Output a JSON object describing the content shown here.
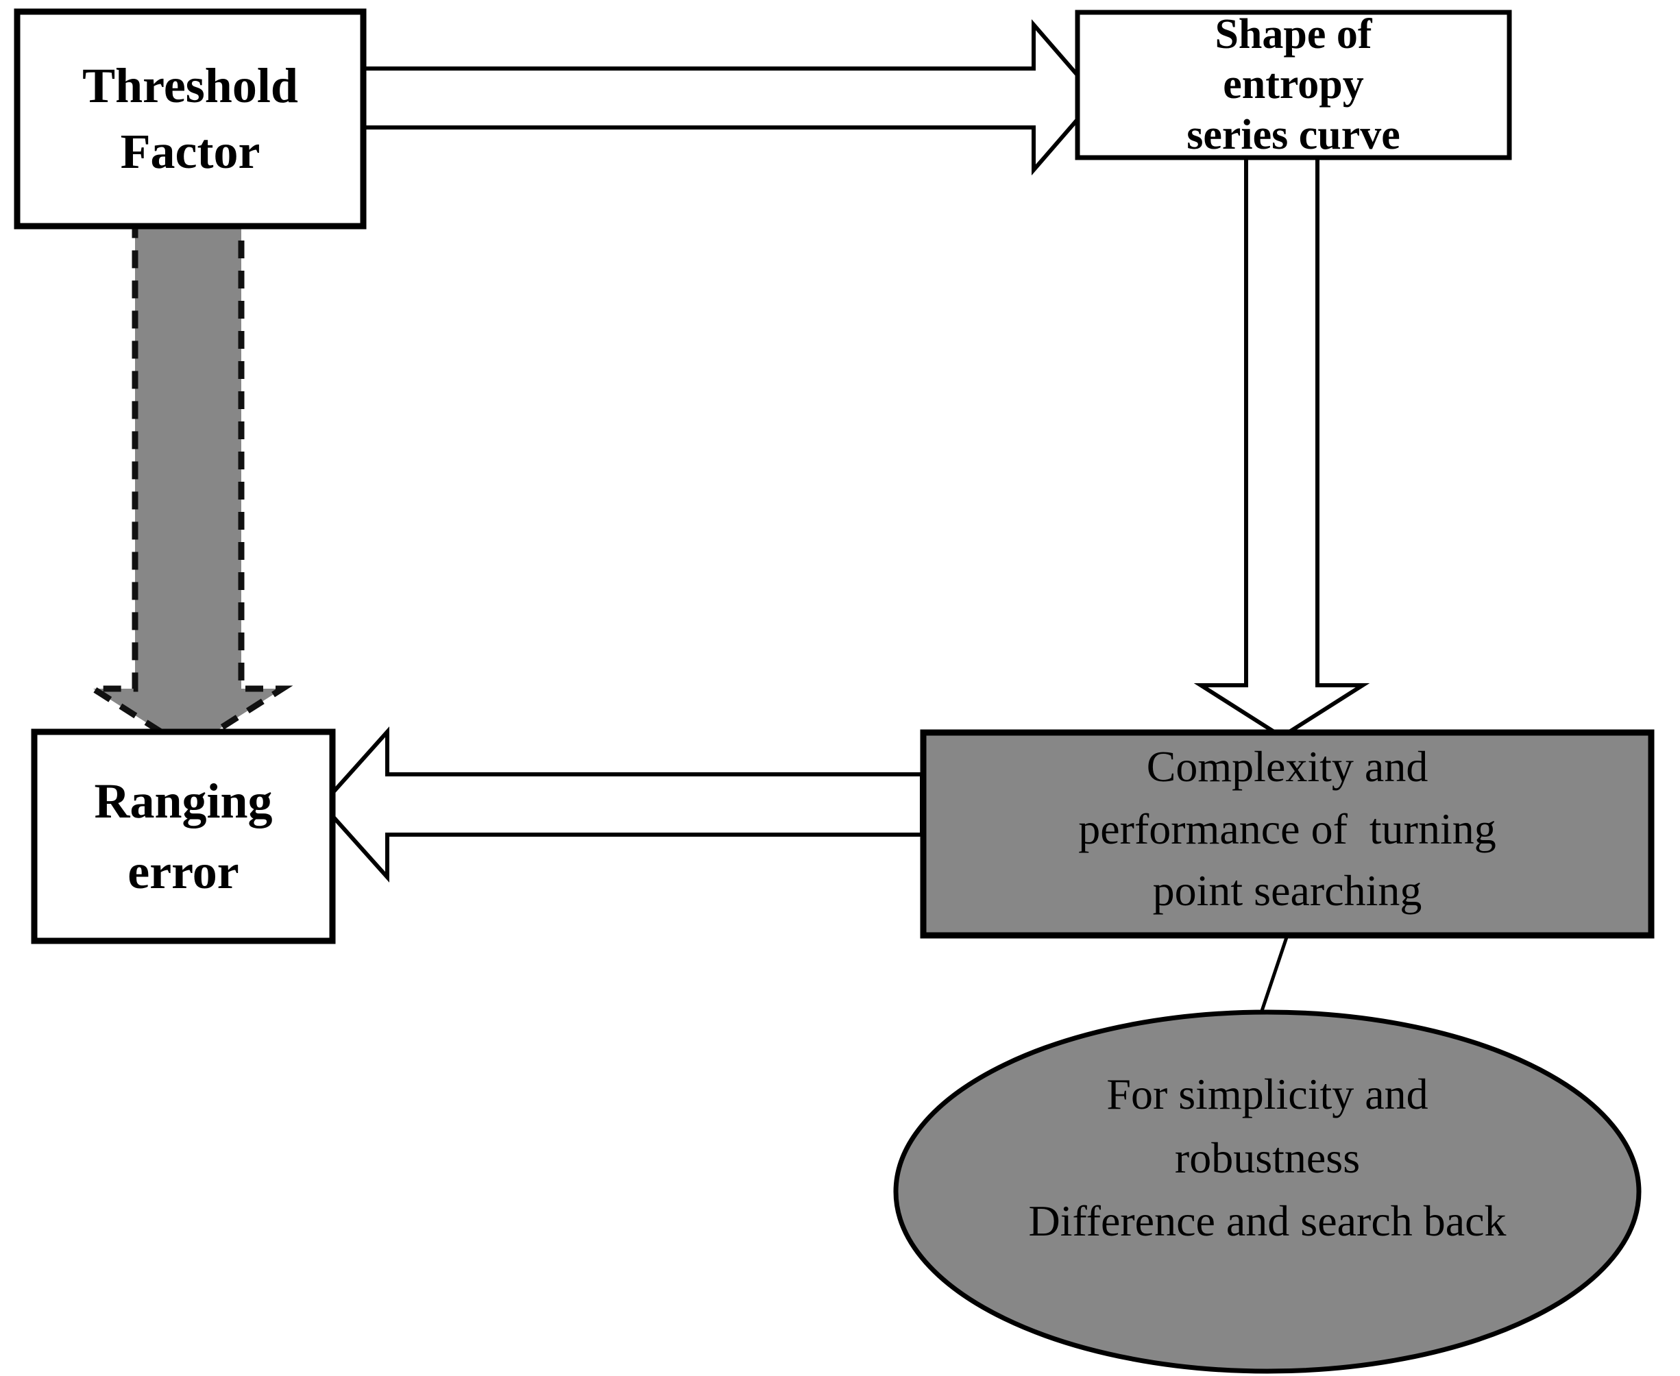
{
  "diagram": {
    "title": "Threshold factor / ranging error relationship flowchart",
    "colors": {
      "gray_fill": "#878787",
      "stroke": "#000000",
      "white_fill": "#ffffff"
    },
    "nodes": [
      {
        "id": "threshold-factor",
        "shape": "rectangle",
        "fill": "white",
        "bold": true,
        "lines": [
          "Threshold",
          "Factor"
        ]
      },
      {
        "id": "shape-of-entropy-series-curve",
        "shape": "rectangle",
        "fill": "white",
        "bold": true,
        "lines": [
          "Shape of",
          "entropy",
          "series curve"
        ]
      },
      {
        "id": "ranging-error",
        "shape": "rectangle",
        "fill": "white",
        "bold": true,
        "lines": [
          "Ranging",
          "error"
        ]
      },
      {
        "id": "complexity-and-performance",
        "shape": "rectangle",
        "fill": "gray",
        "bold": false,
        "lines": [
          "Complexity and",
          "performance of  turning",
          "point searching"
        ]
      },
      {
        "id": "for-simplicity-and-robustness",
        "shape": "ellipse",
        "fill": "gray",
        "bold": false,
        "lines": [
          "For simplicity and",
          "robustness",
          "Difference and search back"
        ]
      }
    ],
    "edges": [
      {
        "id": "threshold-to-shape",
        "from": "threshold-factor",
        "to": "shape-of-entropy-series-curve",
        "style": "hollow-block-arrow",
        "direction": "right"
      },
      {
        "id": "threshold-to-ranging",
        "from": "threshold-factor",
        "to": "ranging-error",
        "style": "filled-gray-dashed-block-arrow",
        "direction": "down"
      },
      {
        "id": "shape-to-complexity",
        "from": "shape-of-entropy-series-curve",
        "to": "complexity-and-performance",
        "style": "hollow-block-arrow",
        "direction": "down"
      },
      {
        "id": "complexity-to-ranging",
        "from": "complexity-and-performance",
        "to": "ranging-error",
        "style": "hollow-block-arrow",
        "direction": "left"
      },
      {
        "id": "complexity-to-ellipse",
        "from": "complexity-and-performance",
        "to": "for-simplicity-and-robustness",
        "style": "thin-line",
        "direction": "none"
      }
    ]
  },
  "labels": {
    "threshold_factor": {
      "l1": "Threshold",
      "l2": "Factor"
    },
    "shape_entropy": {
      "l1": "Shape of",
      "l2": "entropy",
      "l3": "series curve"
    },
    "ranging_error": {
      "l1": "Ranging",
      "l2": "error"
    },
    "complexity": {
      "l1": "Complexity and",
      "l2": "performance of  turning",
      "l3": "point searching"
    },
    "simplicity": {
      "l1": "For simplicity and",
      "l2": "robustness",
      "l3": "Difference and search back"
    }
  }
}
